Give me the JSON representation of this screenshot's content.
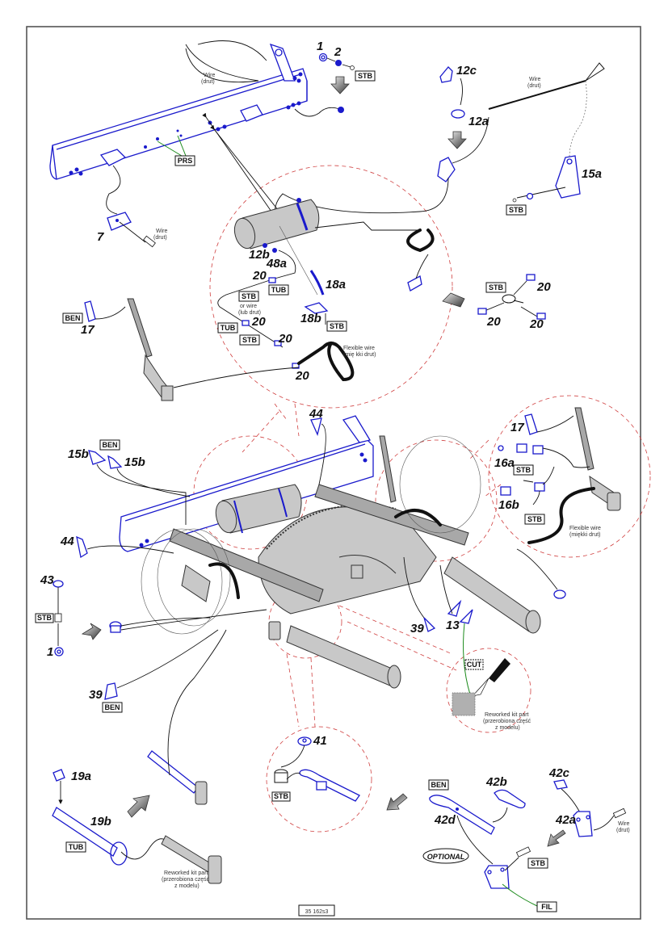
{
  "drawing": {
    "title": "Exploded assembly drawing",
    "drawing_number": "35 162s3",
    "colors": {
      "part_outline": "#1a1acc",
      "detail_circle": "#d04040",
      "model_part": "#c8c8c8",
      "green_leader": "#1a8a1a",
      "frame": "#555555"
    }
  },
  "part_numbers": {
    "p1_top": "1",
    "p2": "2",
    "p12c": "12c",
    "p12a": "12a",
    "p15a": "15a",
    "p7": "7",
    "p12b": "12b",
    "p48a": "48a",
    "p18a": "18a",
    "p18b": "18b",
    "p20_a": "20",
    "p20_b": "20",
    "p20_c": "20",
    "p20_d": "20",
    "p20_e": "20",
    "p20_f": "20",
    "p20_g": "20",
    "p17_left": "17",
    "p17_right": "17",
    "p16a": "16a",
    "p16b": "16b",
    "p15b_a": "15b",
    "p15b_b": "15b",
    "p44_top": "44",
    "p44_left": "44",
    "p43": "43",
    "p1_left": "1",
    "p39_left": "39",
    "p39_mid": "39",
    "p13": "13",
    "p41": "41",
    "p19a": "19a",
    "p19b": "19b",
    "p42b": "42b",
    "p42c": "42c",
    "p42d": "42d",
    "p42a": "42a"
  },
  "material_tags": {
    "stb_top": "STB",
    "prs": "PRS",
    "stb_15a": "STB",
    "tub_1": "TUB",
    "stb_wire": "STB",
    "tub_2": "TUB",
    "stb_2": "STB",
    "stb_18b": "STB",
    "stb_tee": "STB",
    "ben_17": "BEN",
    "ben_15b": "BEN",
    "stb_16a": "STB",
    "stb_16b": "STB",
    "stb_43": "STB",
    "ben_39": "BEN",
    "cut": "CUT",
    "stb_41": "STB",
    "tub_19b": "TUB",
    "ben_42d": "BEN",
    "stb_42": "STB",
    "fil": "FIL"
  },
  "notes": {
    "wire_top_1": "Wire",
    "wire_top_2": "(drut)",
    "wire_12_1": "Wire",
    "wire_12_2": "(drut)",
    "wire_7_1": "Wire",
    "wire_7_2": "(drut)",
    "or_wire_1": "or wire",
    "or_wire_2": "(lub drut)",
    "flex_1": "Flexible wire",
    "flex_2": "(mię kki drut)",
    "flex_r_1": "Flexible wire",
    "flex_r_2": "(miękki drut)",
    "rework_1": "Reworked kit part",
    "rework_2": "(przerobiona część",
    "rework_3": "z modelu)",
    "rework_b_1": "Reworked kit part",
    "rework_b_2": "(przerobiona część",
    "rework_b_3": "z modelu)",
    "wire_42_1": "Wire",
    "wire_42_2": "(drut)",
    "optional": "OPTIONAL"
  }
}
